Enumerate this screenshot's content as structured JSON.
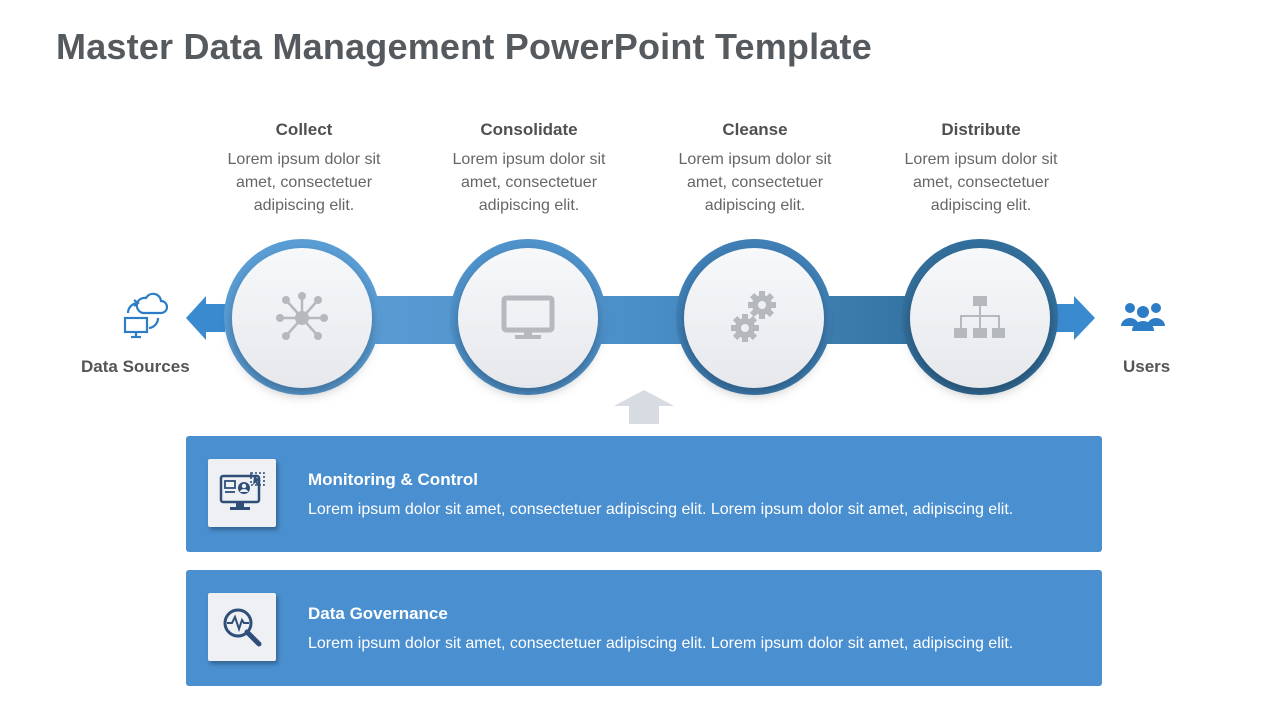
{
  "title": "Master Data Management PowerPoint Template",
  "steps": [
    {
      "title": "Collect",
      "desc": "Lorem ipsum dolor sit amet, consectetuer adipiscing elit.",
      "icon": "network-hub-icon"
    },
    {
      "title": "Consolidate",
      "desc": "Lorem ipsum dolor sit amet, consectetuer adipiscing elit.",
      "icon": "monitor-icon"
    },
    {
      "title": "Cleanse",
      "desc": "Lorem ipsum dolor sit amet, consectetuer adipiscing elit.",
      "icon": "gears-icon"
    },
    {
      "title": "Distribute",
      "desc": "Lorem ipsum dolor sit amet, consectetuer adipiscing elit.",
      "icon": "org-chart-icon"
    }
  ],
  "left_label": "Data Sources",
  "right_label": "Users",
  "panels": [
    {
      "title": "Monitoring  & Control",
      "desc": "Lorem ipsum dolor sit amet, consectetuer adipiscing elit.  Lorem ipsum dolor sit amet, adipiscing elit.",
      "icon": "monitoring-screen-icon"
    },
    {
      "title": "Data Governance",
      "desc": "Lorem ipsum dolor sit amet, consectetuer adipiscing elit.  Lorem ipsum dolor sit amet, adipiscing elit.",
      "icon": "magnifier-pulse-icon"
    }
  ],
  "colors": {
    "accent": "#4a8fd0",
    "band_light": "#6aa9dc",
    "band_dark": "#2e6e9c",
    "arrow": "#3a8ad0",
    "icon_blue": "#2c7dc5",
    "circle_fill": "#f1f2f5",
    "gray_icon": "#b3b6bb",
    "up_arrow": "#d7dce3"
  }
}
